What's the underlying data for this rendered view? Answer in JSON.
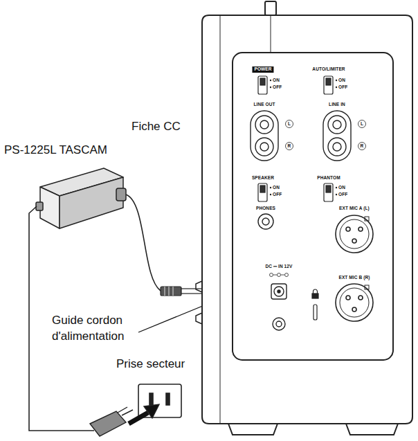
{
  "diagram": {
    "labels": [
      "PS-1225L TASCAM",
      "Fiche CC",
      "Guide cordon d'alimentation",
      "Prise secteur",
      "POWER",
      "ON",
      "OFF",
      "AUTO/LIMITER",
      "ON",
      "OFF",
      "LINE OUT",
      "L",
      "R",
      "LINE IN",
      "L",
      "R",
      "SPEAKER",
      "ON",
      "OFF",
      "PHANTOM",
      "ON",
      "OFF",
      "PHONES",
      "EXT MIC A (L)",
      "DC ⎓ IN 12V",
      "EXT MIC B (R)"
    ]
  }
}
